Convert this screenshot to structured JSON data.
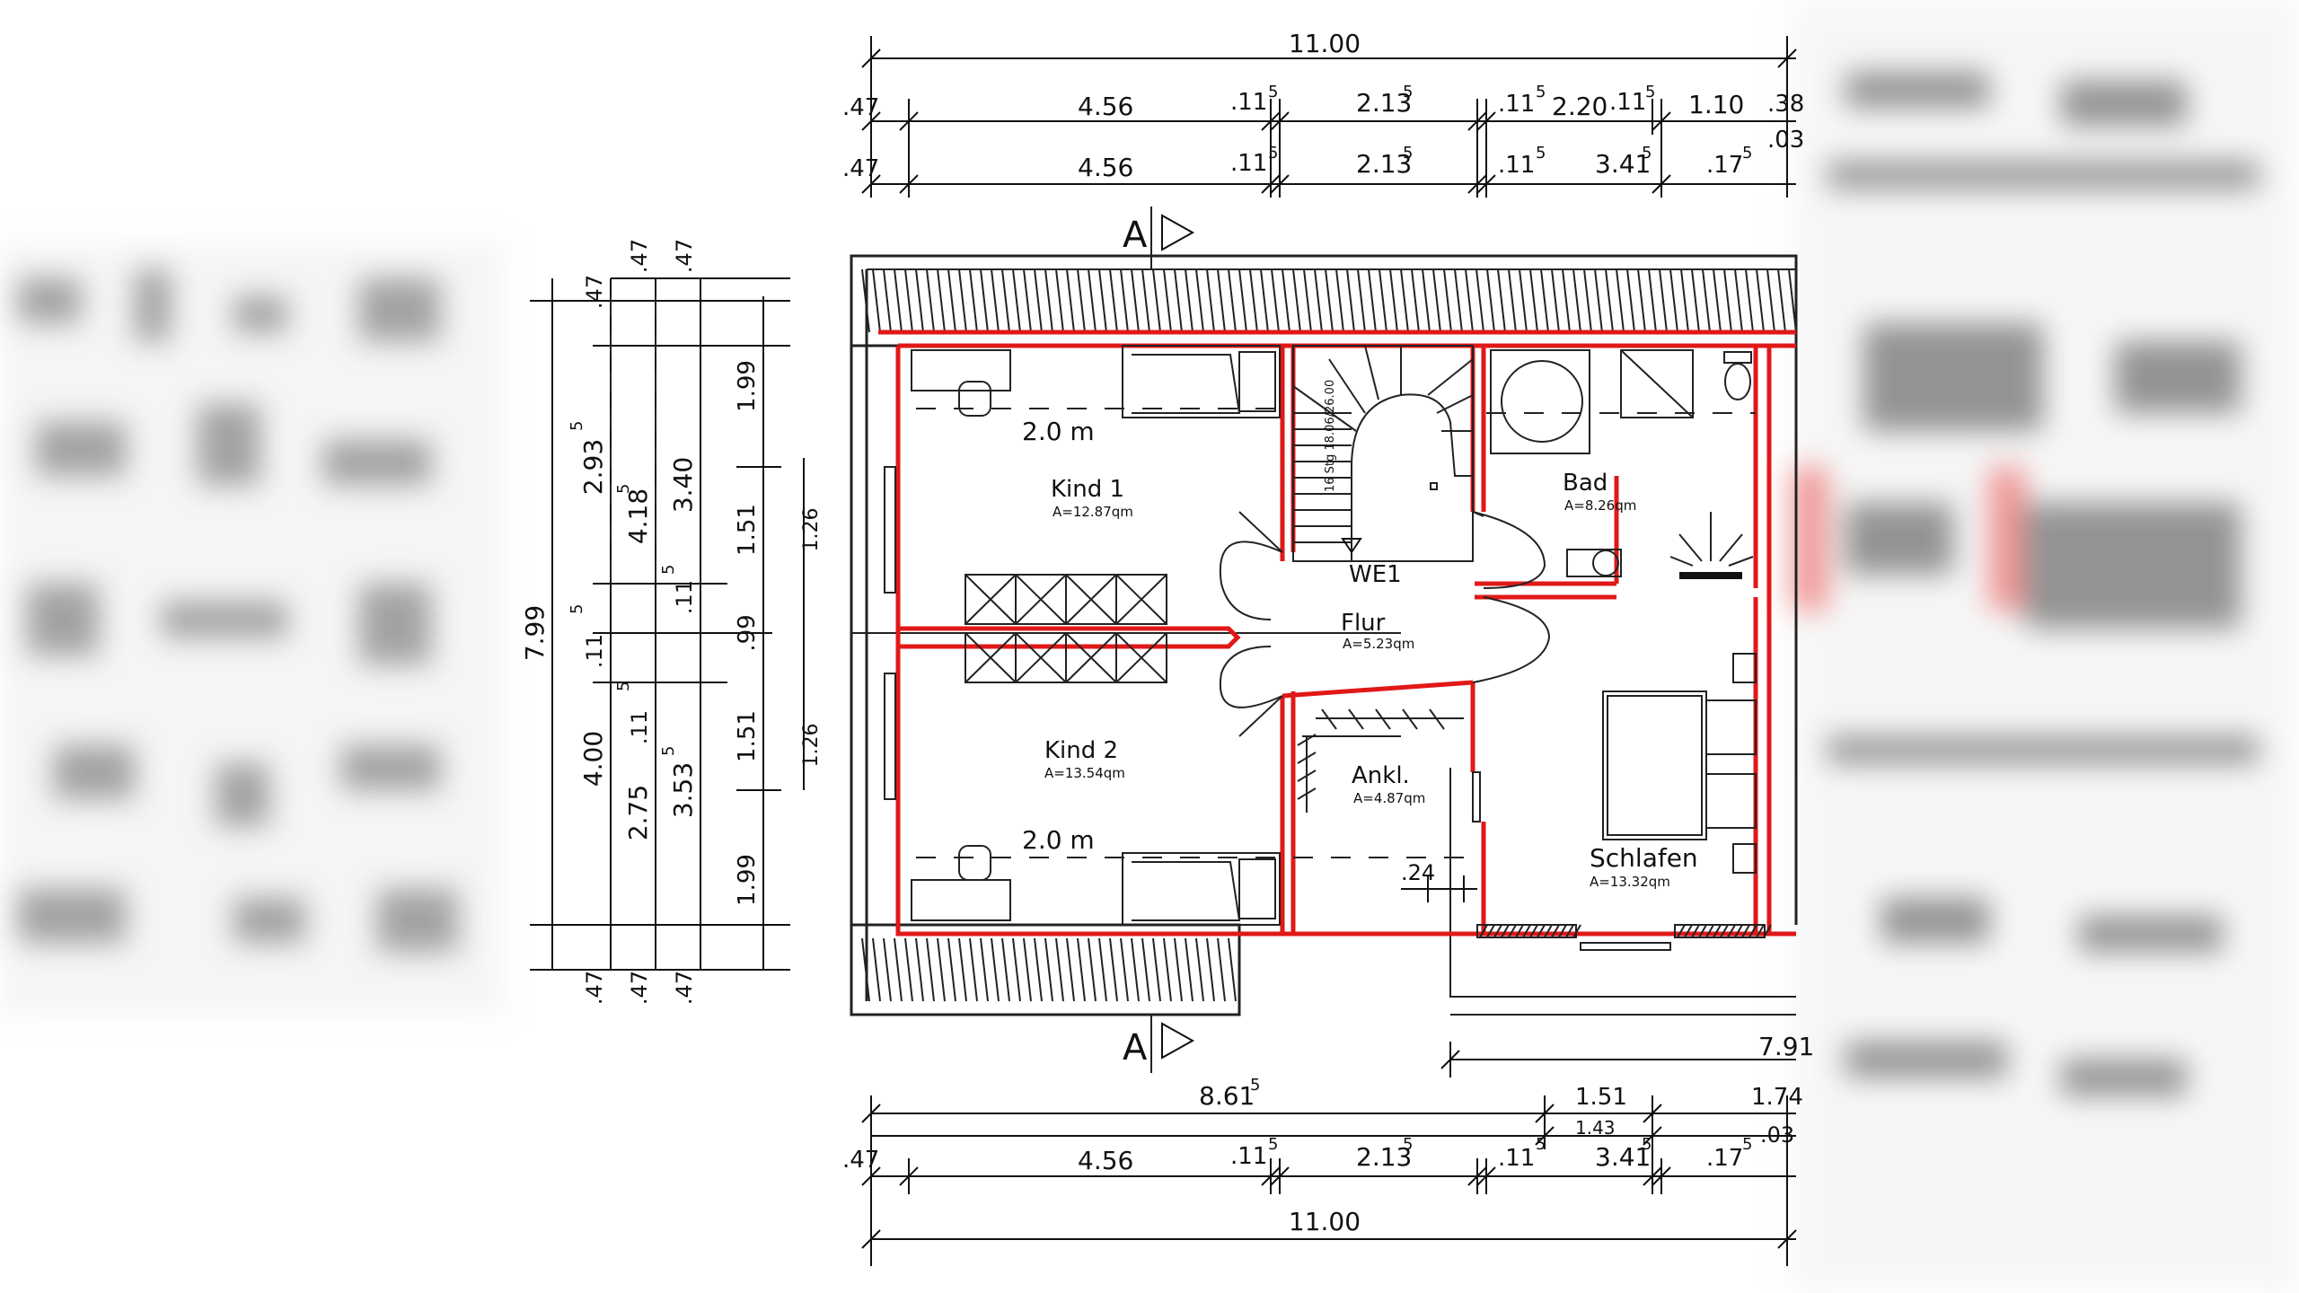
{
  "title": "",
  "dims_top": {
    "row1_total": "11.00",
    "row2": [
      ".47",
      "4.56",
      ".11",
      "5",
      "2.13",
      "5",
      ".11",
      "5",
      "2.20",
      ".11",
      "5",
      "1.10",
      ".38"
    ],
    "row3": [
      ".47",
      "4.56",
      ".11",
      "5",
      "2.13",
      "5",
      ".11",
      "5",
      "3.41",
      "5",
      ".17",
      "5",
      ".03"
    ]
  },
  "dims_bottom": {
    "row_a": [
      "7.91"
    ],
    "row_b": [
      "8.61",
      "5",
      "1.51",
      "1.74"
    ],
    "row_c": [
      "1.43",
      ".03"
    ],
    "row_d": [
      ".47",
      "4.56",
      ".11",
      "5",
      "2.13",
      "5",
      ".11",
      "5",
      "3.41",
      "5",
      ".17",
      "5"
    ],
    "row_total": "11.00"
  },
  "dims_left": {
    "overall": "7.99",
    "col1": [
      ".47",
      "2.93",
      "5",
      ".11",
      "5",
      "4.00",
      ".47"
    ],
    "col2": [
      ".47",
      "4.18",
      "5",
      ".11",
      "5",
      "2.75",
      ".47"
    ],
    "col3": [
      ".47",
      "3.40",
      ".11",
      "5",
      "3.53",
      "5",
      ".47"
    ],
    "col4": [
      "1.99",
      "1.51",
      ".99",
      "1.51",
      "1.99"
    ],
    "col5": [
      "1.26",
      "1.26"
    ]
  },
  "section_marker": "A",
  "rooms": [
    {
      "name": "Kind 1",
      "area": "A=12.87qm"
    },
    {
      "name": "WE1",
      "area": ""
    },
    {
      "name": "Flur",
      "area": "A=5.23qm"
    },
    {
      "name": "Bad",
      "area": "A=8.26qm"
    },
    {
      "name": "Kind 2",
      "area": "A=13.54qm"
    },
    {
      "name": "Ankl.",
      "area": "A=4.87qm"
    },
    {
      "name": "Schlafen",
      "area": "A=13.32qm"
    }
  ],
  "headroom_labels": [
    "2.0 m",
    "2.0 m"
  ],
  "stair_label": "16 Stg 18.06/26.00",
  "misc_dim": ".24"
}
